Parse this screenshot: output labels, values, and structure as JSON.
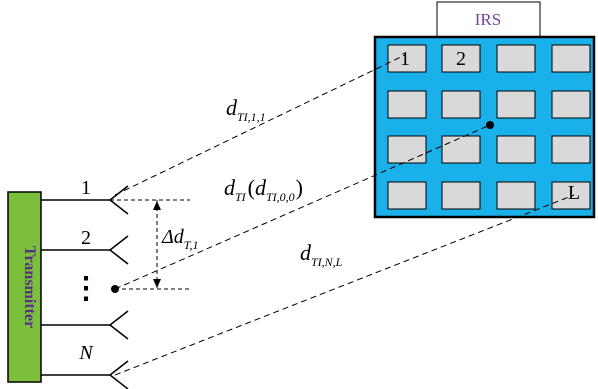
{
  "irs": {
    "label": "IRS",
    "label_color": "#7b3fa0",
    "panel_color": "#1ab0ea",
    "element_color": "#d9d9d9",
    "element_labels": [
      "1",
      "2",
      "L"
    ]
  },
  "transmitter": {
    "label": "Transmitter",
    "box_color": "#7cbf3d",
    "label_color": "#5b2d91",
    "antenna_labels": [
      "1",
      "2",
      "N"
    ],
    "ellipsis": "⋮"
  },
  "annotations": {
    "d_11": {
      "main": "d",
      "sub": "TI,1,1"
    },
    "d_center": {
      "main": "d",
      "sub": "TI",
      "paren_open": "(",
      "inner_main": "d",
      "inner_sub": "TI,0,0",
      "paren_close": ")"
    },
    "d_NL": {
      "main": "d",
      "sub": "TI,N,L"
    },
    "delta": {
      "prefix": "Δd",
      "sub": "T,1"
    }
  }
}
